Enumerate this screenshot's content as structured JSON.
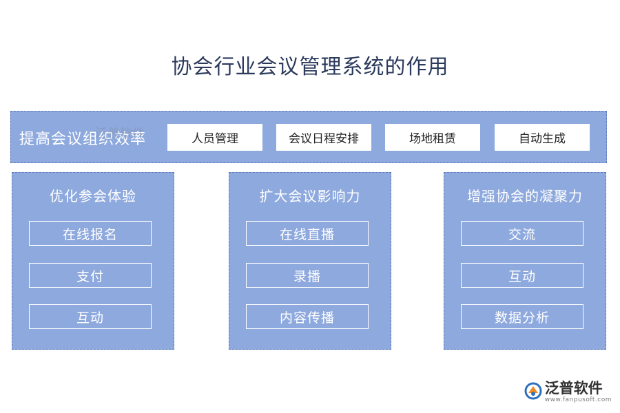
{
  "title": "协会行业会议管理系统的作用",
  "top": {
    "label": "提高会议组织效率",
    "items": [
      "人员管理",
      "会议日程安排",
      "场地租赁",
      "自动生成"
    ]
  },
  "columns": [
    {
      "title": "优化参会体验",
      "items": [
        "在线报名",
        "支付",
        "互动"
      ]
    },
    {
      "title": "扩大会议影响力",
      "items": [
        "在线直播",
        "录播",
        "内容传播"
      ]
    },
    {
      "title": "增强协会的凝聚力",
      "items": [
        "交流",
        "互动",
        "数据分析"
      ]
    }
  ],
  "watermark": "泛普软件",
  "brand": {
    "name": "泛普软件",
    "url": "www.fanpusoft.com"
  },
  "colors": {
    "panel": "#8ea9de",
    "panel_border": "#5b79b8",
    "title": "#2b3a5c"
  }
}
